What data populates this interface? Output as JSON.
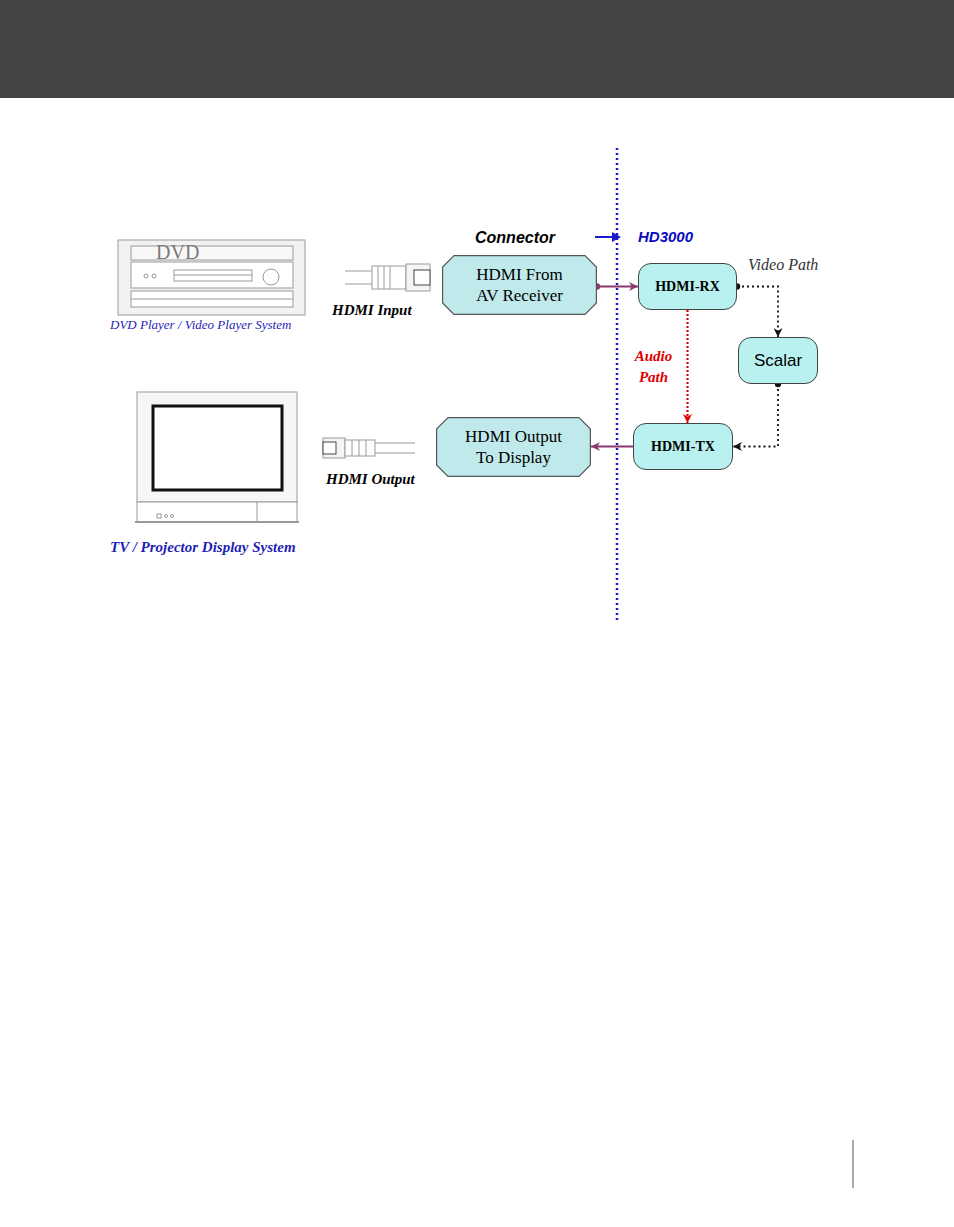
{
  "diagram": {
    "nodes": [
      {
        "text": [
          "HDMI From AV Receiver"
        ]
      },
      {
        "text": [
          "HDMI-RX"
        ]
      },
      {
        "text": [
          "Scalar"
        ]
      },
      {
        "text": [
          "HDMI Output To Display"
        ]
      },
      {
        "text": [
          "HDMI-TX"
        ]
      }
    ],
    "edges": [
      {
        "from": 0,
        "to": 1,
        "arrow": "to"
      },
      {
        "from": 1,
        "to": 2,
        "arrow": "to"
      },
      {
        "from": 1,
        "to": 4,
        "label": "Audio Path",
        "arrow": "to"
      },
      {
        "from": 2,
        "to": 4,
        "arrow": "to"
      },
      {
        "from": 4,
        "to": 3,
        "arrow": "to"
      }
    ],
    "labels": [
      "Connector",
      "HD3000",
      "Video Path",
      "DVD",
      "DVD Player / Video Player System",
      "HDMI Input",
      "TV / Projector Display System",
      "HDMI Output"
    ]
  }
}
